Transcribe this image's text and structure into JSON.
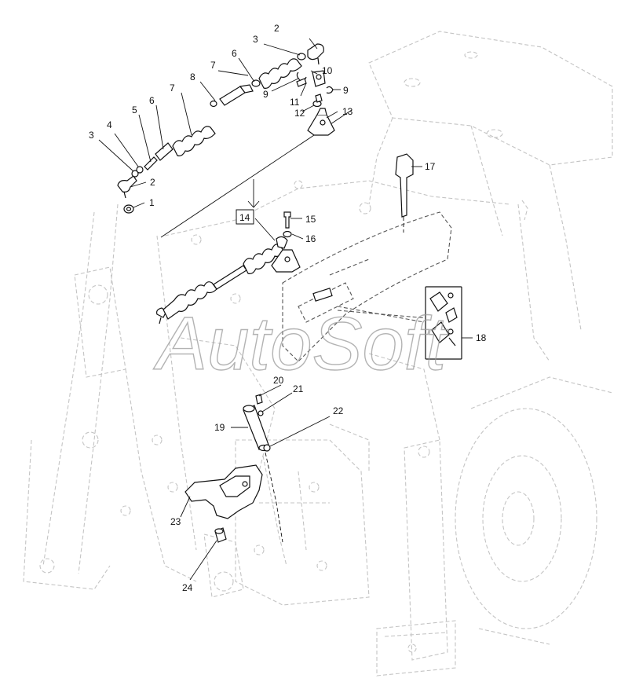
{
  "watermark": "AutoSoft",
  "callouts": [
    {
      "id": "c1",
      "label": "1"
    },
    {
      "id": "c2a",
      "label": "2"
    },
    {
      "id": "c2b",
      "label": "2"
    },
    {
      "id": "c3a",
      "label": "3"
    },
    {
      "id": "c3b",
      "label": "3"
    },
    {
      "id": "c4",
      "label": "4"
    },
    {
      "id": "c5",
      "label": "5"
    },
    {
      "id": "c6a",
      "label": "6"
    },
    {
      "id": "c6b",
      "label": "6"
    },
    {
      "id": "c7a",
      "label": "7"
    },
    {
      "id": "c7b",
      "label": "7"
    },
    {
      "id": "c8",
      "label": "8"
    },
    {
      "id": "c9a",
      "label": "9"
    },
    {
      "id": "c9b",
      "label": "9"
    },
    {
      "id": "c10",
      "label": "10"
    },
    {
      "id": "c11",
      "label": "11"
    },
    {
      "id": "c12",
      "label": "12"
    },
    {
      "id": "c13",
      "label": "13"
    },
    {
      "id": "c14",
      "label": "14"
    },
    {
      "id": "c15",
      "label": "15"
    },
    {
      "id": "c16",
      "label": "16"
    },
    {
      "id": "c17",
      "label": "17"
    },
    {
      "id": "c18",
      "label": "18"
    },
    {
      "id": "c19",
      "label": "19"
    },
    {
      "id": "c20",
      "label": "20"
    },
    {
      "id": "c21",
      "label": "21"
    },
    {
      "id": "c22",
      "label": "22"
    },
    {
      "id": "c23",
      "label": "23"
    },
    {
      "id": "c24",
      "label": "24"
    }
  ]
}
